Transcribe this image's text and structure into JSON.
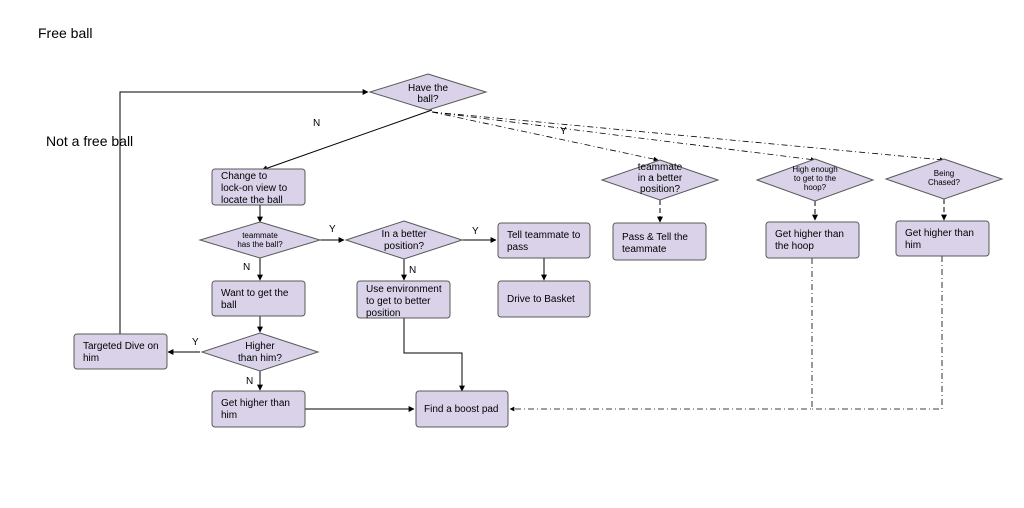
{
  "headings": {
    "free_ball": "Free ball",
    "not_free_ball": "Not a free ball"
  },
  "nodes": {
    "have_ball": [
      "Have the",
      "ball?"
    ],
    "change_view": [
      "Change to",
      "lock-on view to",
      "locate the ball"
    ],
    "teammate_has_ball": [
      "teammate",
      "has the ball?"
    ],
    "better_position": [
      "In a better",
      "position?"
    ],
    "tell_teammate": [
      "Tell teammate to",
      "pass"
    ],
    "want_ball": [
      "Want to get the",
      "ball"
    ],
    "use_environment": [
      "Use environment",
      "to get to better",
      "position"
    ],
    "drive_basket": [
      "Drive to Basket"
    ],
    "targeted_dive": [
      "Targeted Dive on",
      "him"
    ],
    "higher_than_him": [
      "Higher",
      "than him?"
    ],
    "get_higher_left": [
      "Get higher than",
      "him"
    ],
    "boost_pad": [
      "Find a boost pad"
    ],
    "teammate_better": [
      "teammate",
      "in a better",
      "position?"
    ],
    "pass_tell": [
      "Pass & Tell the",
      "teammate"
    ],
    "high_enough": [
      "High enough",
      "to get to the",
      "hoop?"
    ],
    "get_higher_hoop": [
      "Get higher than",
      "the hoop"
    ],
    "being_chased": [
      "Being",
      "Chased?"
    ],
    "get_higher_right": [
      "Get higher than",
      "him"
    ]
  },
  "edge_labels": {
    "have_ball_no": "N",
    "have_ball_yes": "Y",
    "teammate_yes": "Y",
    "teammate_no": "N",
    "better_yes": "Y",
    "better_no": "N",
    "higher_yes": "Y",
    "higher_no": "N"
  },
  "colors": {
    "node_fill": "#d9d2e9",
    "node_stroke": "#595959",
    "edge": "#000000"
  }
}
